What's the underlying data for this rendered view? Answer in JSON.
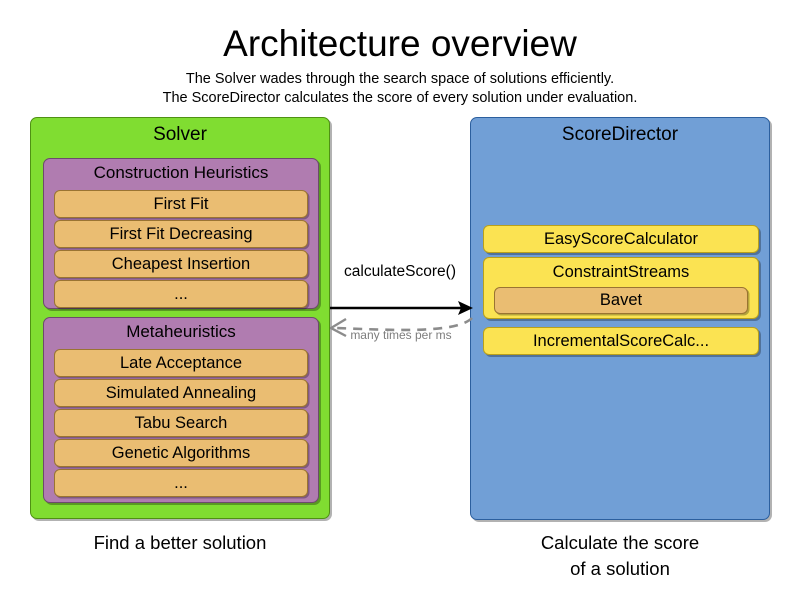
{
  "header": {
    "title": "Architecture overview",
    "subtitle_1": "The Solver wades through the search space of solutions efficiently.",
    "subtitle_2": "The ScoreDirector calculates the score of every solution under evaluation."
  },
  "colors": {
    "solver_panel": "#80dd31",
    "solver_panel_border": "#4f9113",
    "group": "#b07cb0",
    "group_border": "#6d4a6d",
    "chip": "#eabd72",
    "chip_border": "#9a7432",
    "scoredirector_panel": "#719fd6",
    "scoredirector_panel_border": "#2c5f9e",
    "ychip": "#fbe352",
    "ychip_border": "#b9a01b",
    "arrow_solid": "#000000",
    "arrow_dashed": "#7d7d7d",
    "background": "#ffffff"
  },
  "solver": {
    "title": "Solver",
    "caption": "Find a better solution",
    "groups": [
      {
        "title": "Construction Heuristics",
        "items": [
          "First Fit",
          "First Fit Decreasing",
          "Cheapest Insertion",
          "..."
        ]
      },
      {
        "title": "Metaheuristics",
        "items": [
          "Late Acceptance",
          "Simulated Annealing",
          "Tabu Search",
          "Genetic Algorithms",
          "..."
        ]
      }
    ]
  },
  "score_director": {
    "title": "ScoreDirector",
    "caption_line_1": "Calculate the score",
    "caption_line_2": "of a solution",
    "items": [
      {
        "label": "EasyScoreCalculator"
      },
      {
        "label": "ConstraintStreams",
        "child": "Bavet"
      },
      {
        "label": "IncrementalScoreCalc..."
      }
    ]
  },
  "arrows": {
    "forward_label": "calculateScore()",
    "return_label": "many times per ms"
  }
}
